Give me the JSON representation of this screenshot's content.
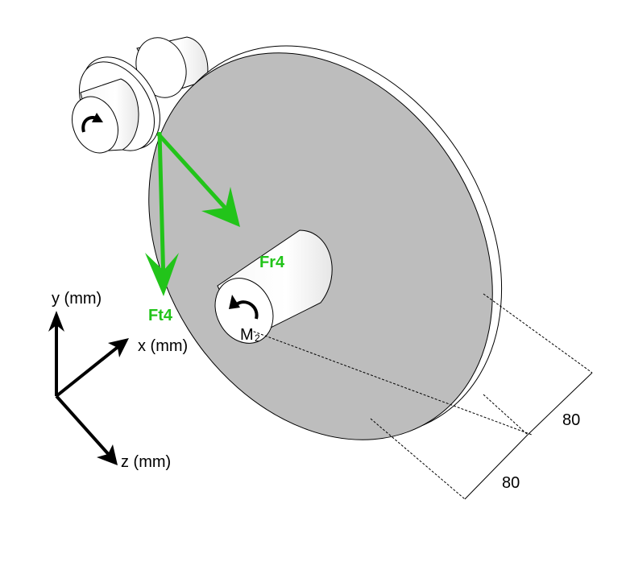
{
  "labels": {
    "ft4": "Ft4",
    "fr4": "Fr4",
    "m2_main": "M",
    "m2_sub": "2",
    "dim_a": "80",
    "dim_b": "80"
  },
  "axes": {
    "x": "x (mm)",
    "y": "y (mm)",
    "z": "z (mm)"
  },
  "colors": {
    "force": "#22c41a",
    "disk": "#bdbdbd",
    "outline": "#000000"
  }
}
